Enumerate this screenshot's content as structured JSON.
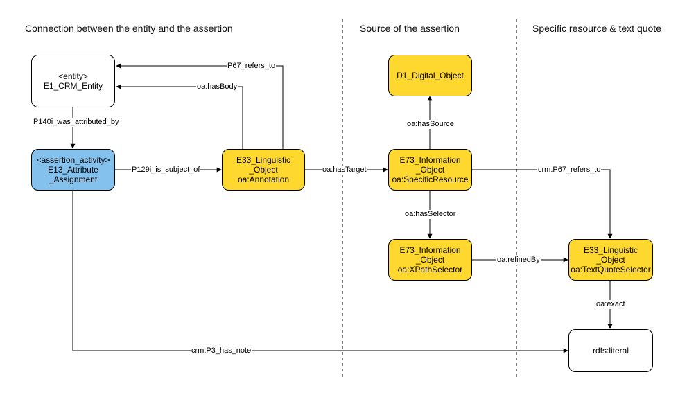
{
  "colors": {
    "entity_fill": "#ffffff",
    "assertion_fill": "#84c1ec",
    "yellow_fill": "#fed82f",
    "stroke": "#000000"
  },
  "headings": {
    "connection": "Connection between the entity and the assertion",
    "source": "Source of the assertion",
    "specific": "Specific resource & text quote"
  },
  "nodes": {
    "entity": [
      "<entity>",
      "E1_CRM_Entity"
    ],
    "assertion": [
      "<assertion_activity>",
      "E13_Attribute",
      "_Assignment"
    ],
    "annotation": [
      "E33_Linguistic",
      "_Object",
      "oa:Annotation"
    ],
    "digital_object": [
      "D1_Digital_Object"
    ],
    "specific_resource": [
      "E73_Information",
      "_Object",
      "oa:SpecificResource"
    ],
    "xpath_selector": [
      "E73_Information",
      "_Object",
      "oa:XPathSelector"
    ],
    "text_quote_selector": [
      "E33_Linguistic",
      "_Object",
      "oa:TextQuoteSelector"
    ],
    "literal": [
      "rdfs:literal"
    ]
  },
  "edges": {
    "p67_refers_to": "P67_refers_to",
    "has_body": "oa:hasBody",
    "p140i": "P140i_was_attributed_by",
    "p129i": "P129i_is_subject_of",
    "has_target": "oa:hasTarget",
    "has_source": "oa:hasSource",
    "crm_p67": "crm:P67_refers_to",
    "has_selector": "oa:hasSelector",
    "refined_by": "oa:refinedBy",
    "exact": "oa:exact",
    "p3_has_note": "crm:P3_has_note"
  }
}
